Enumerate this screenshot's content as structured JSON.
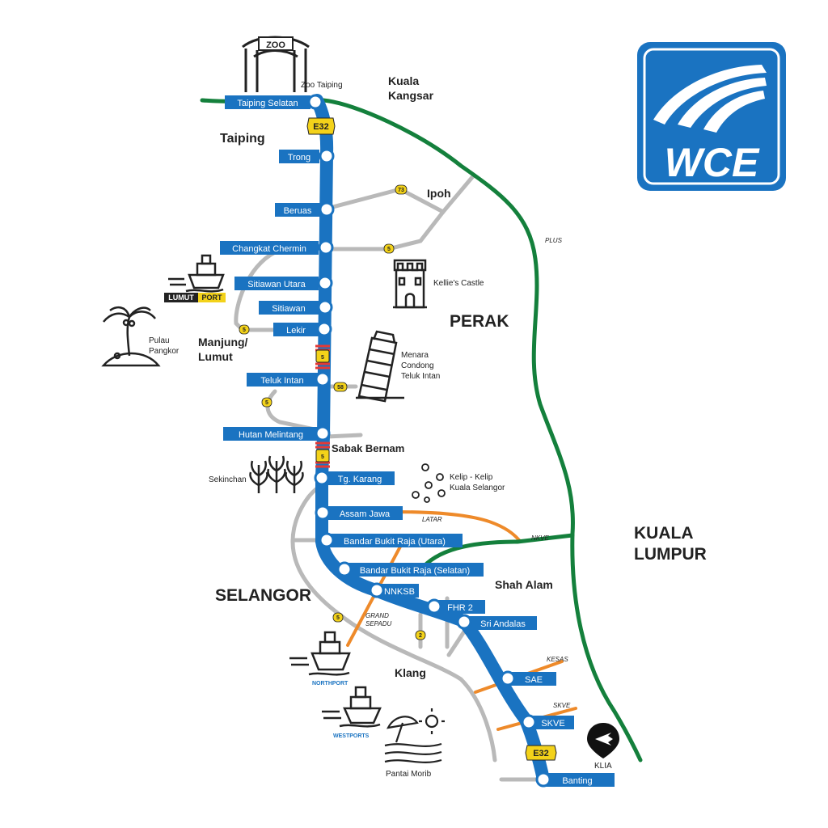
{
  "logo": {
    "text": "WCE",
    "bg_color": "#1a73c1"
  },
  "route_code": "E32",
  "route_shield_5": "5",
  "shield_73": "73",
  "shield_58": "58",
  "shield_2": "2",
  "colors": {
    "wce_line": "#1a73c1",
    "plus_line": "#14803c",
    "feeder_road": "#b9b9b9",
    "latar": "#ee8a2a",
    "toll_red": "#e53935",
    "shield_yellow": "#f3d21a"
  },
  "stations": [
    {
      "name": "Taiping Selatan"
    },
    {
      "name": "Trong"
    },
    {
      "name": "Beruas"
    },
    {
      "name": "Changkat Chermin"
    },
    {
      "name": "Sitiawan Utara"
    },
    {
      "name": "Sitiawan"
    },
    {
      "name": "Lekir"
    },
    {
      "name": "Teluk Intan"
    },
    {
      "name": "Hutan Melintang"
    },
    {
      "name": "Tg. Karang"
    },
    {
      "name": "Assam Jawa"
    },
    {
      "name": "Bandar Bukit Raja (Utara)"
    },
    {
      "name": "Bandar Bukit Raja (Selatan)"
    },
    {
      "name": "NNKSB"
    },
    {
      "name": "FHR 2"
    },
    {
      "name": "Sri Andalas"
    },
    {
      "name": "SAE"
    },
    {
      "name": "SKVE"
    },
    {
      "name": "Banting"
    }
  ],
  "places": {
    "kuala_kangsar_1": "Kuala",
    "kuala_kangsar_2": "Kangsar",
    "taiping": "Taiping",
    "ipoh": "Ipoh",
    "perak": "PERAK",
    "manjung_1": "Manjung/",
    "manjung_2": "Lumut",
    "sabak_bernam": "Sabak Bernam",
    "kuala_lumpur_1": "KUALA",
    "kuala_lumpur_2": "LUMPUR",
    "selangor": "SELANGOR",
    "shah_alam": "Shah Alam",
    "klang": "Klang"
  },
  "poi": {
    "zoo_sign": "ZOO",
    "zoo_taiping": "Zoo Taiping",
    "kellies_castle": "Kellie's Castle",
    "lumut_port_a": "LUMUT",
    "lumut_port_b": "PORT",
    "pulau_pangkor_1": "Pulau",
    "pulau_pangkor_2": "Pangkor",
    "menara_1": "Menara",
    "menara_2": "Condong",
    "menara_3": "Teluk Intan",
    "sekinchan": "Sekinchan",
    "kelip_1": "Kelip - Kelip",
    "kelip_2": "Kuala Selangor",
    "northport": "NORTHPORT",
    "westports": "WESTPORTS",
    "pantai_morib": "Pantai Morib",
    "klia": "KLIA"
  },
  "highways": {
    "plus": "PLUS",
    "latar": "LATAR",
    "nkve": "NKVE",
    "grand_sepadu_1": "GRAND",
    "grand_sepadu_2": "SEPADU",
    "kesas": "KESAS",
    "skve": "SKVE"
  }
}
